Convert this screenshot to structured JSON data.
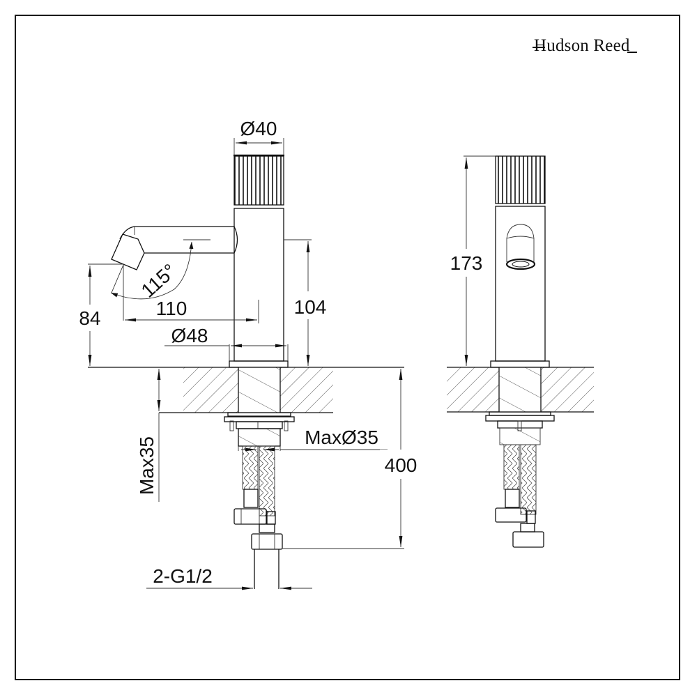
{
  "brand": {
    "name": "Hudson Reed"
  },
  "drawing": {
    "type": "technical-drawing",
    "subject": "basin mixer tap with knurled handle",
    "colors": {
      "line": "#111111",
      "background": "#ffffff"
    },
    "side_view": {
      "dimensions": {
        "handle_diameter": "Ø40",
        "base_diameter": "Ø48",
        "spout_reach": "110",
        "spout_height": "84",
        "body_height": "104",
        "spout_angle": "115°",
        "max_deck_thickness": "Max35",
        "max_hole_diameter": "MaxØ35",
        "overall_hose_length": "400",
        "connection": "2-G1/2"
      }
    },
    "front_view": {
      "dimensions": {
        "total_height": "173"
      }
    }
  }
}
